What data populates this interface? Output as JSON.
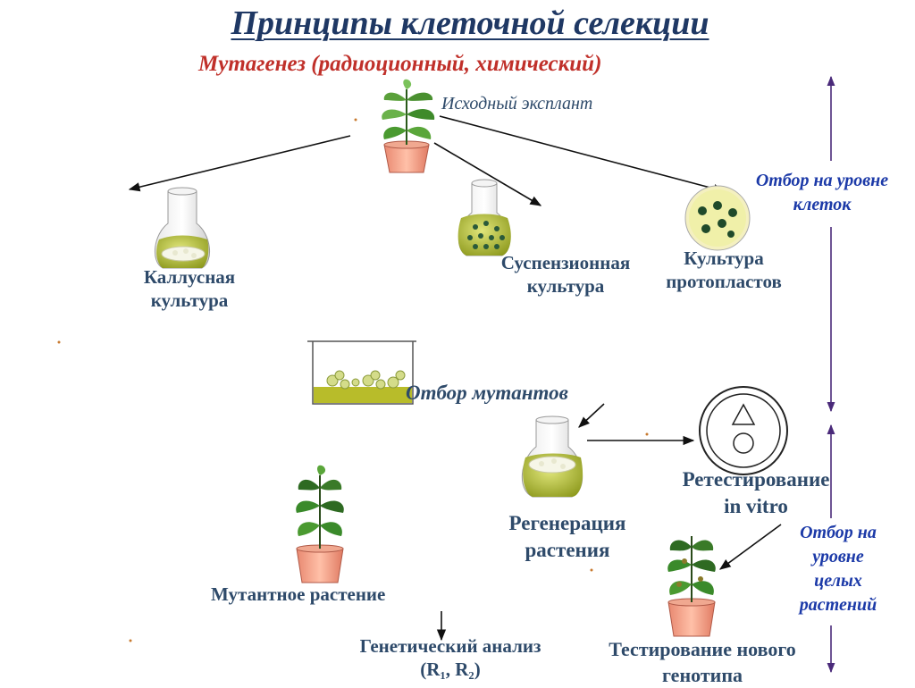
{
  "title": "Принципы клеточной селекции",
  "subtitle": "Мутагенез (радиоционный, химический)",
  "labels": {
    "source_explant": "Исходный эксплант",
    "callus_culture": "Каллусная\nкультура",
    "suspension_culture": "Суспензионная\nкультура",
    "protoplast_culture": "Культура\nпротопластов",
    "mutant_selection": "Отбор мутантов",
    "retesting": "Ретестирование\nin vitro",
    "plant_regeneration": "Регенерация\nрастения",
    "mutant_plant": "Мутантное растение",
    "genetic_analysis": "Генетический анализ\n(R₁, R₂)",
    "new_genotype_testing": "Тестирование нового\nгенотипа"
  },
  "side_labels": {
    "cell_level_selection": "Отбор на уровне\nклеток",
    "whole_plant_selection": "Отбор на\nуровне\nцелых\nрастений"
  },
  "colors": {
    "title": "#1f3864",
    "subtitle": "#c0302a",
    "label": "#2e4a6a",
    "side_label": "#1c3aa8",
    "side_arrow": "#5a2a8a",
    "medium": "#b6bf3a",
    "leaf": "#3a8a2a",
    "pot": "#f09880"
  },
  "icons": [
    "potted-plant-icon",
    "flask-icon",
    "petri-dish-icon",
    "beaker-icon",
    "test-dish-icon"
  ]
}
